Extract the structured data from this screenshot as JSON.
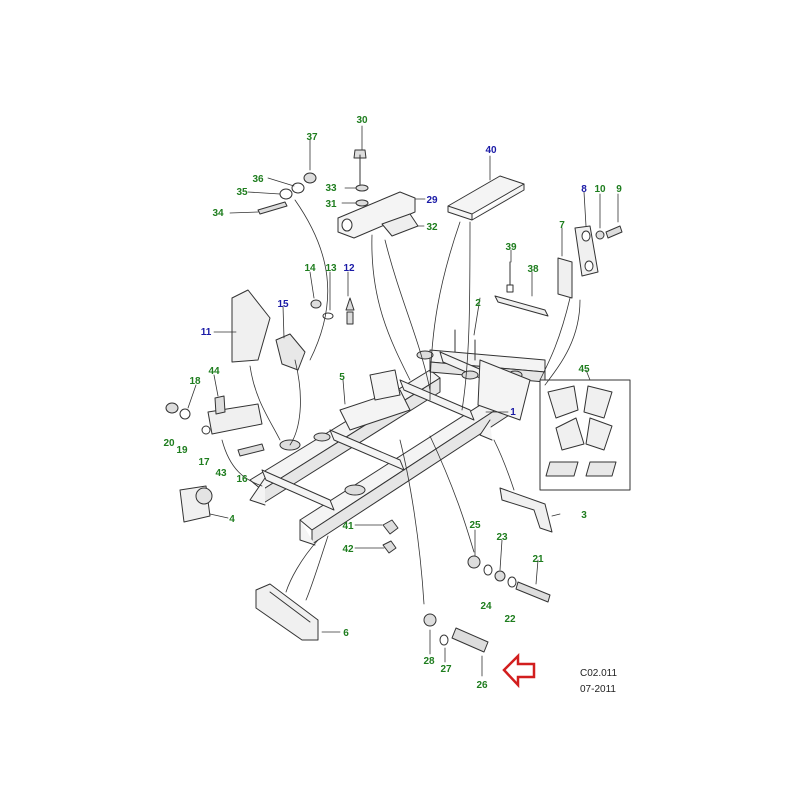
{
  "diagram": {
    "label_colors": {
      "green": "#1e7d1e",
      "blue": "#1a1aa6"
    },
    "callouts": [
      {
        "id": "30",
        "text": "30",
        "color": "green"
      },
      {
        "id": "37",
        "text": "37",
        "color": "green"
      },
      {
        "id": "36",
        "text": "36",
        "color": "green"
      },
      {
        "id": "35",
        "text": "35",
        "color": "green"
      },
      {
        "id": "34",
        "text": "34",
        "color": "green"
      },
      {
        "id": "33",
        "text": "33",
        "color": "green"
      },
      {
        "id": "31",
        "text": "31",
        "color": "green"
      },
      {
        "id": "29",
        "text": "29",
        "color": "blue"
      },
      {
        "id": "32",
        "text": "32",
        "color": "green"
      },
      {
        "id": "40",
        "text": "40",
        "color": "blue"
      },
      {
        "id": "8",
        "text": "8",
        "color": "blue"
      },
      {
        "id": "10",
        "text": "10",
        "color": "green"
      },
      {
        "id": "9",
        "text": "9",
        "color": "green"
      },
      {
        "id": "7",
        "text": "7",
        "color": "green"
      },
      {
        "id": "39",
        "text": "39",
        "color": "green"
      },
      {
        "id": "38",
        "text": "38",
        "color": "green"
      },
      {
        "id": "14",
        "text": "14",
        "color": "green"
      },
      {
        "id": "13",
        "text": "13",
        "color": "green"
      },
      {
        "id": "12",
        "text": "12",
        "color": "blue"
      },
      {
        "id": "15",
        "text": "15",
        "color": "blue"
      },
      {
        "id": "11",
        "text": "11",
        "color": "blue"
      },
      {
        "id": "2",
        "text": "2",
        "color": "green"
      },
      {
        "id": "45",
        "text": "45",
        "color": "green"
      },
      {
        "id": "44",
        "text": "44",
        "color": "green"
      },
      {
        "id": "18",
        "text": "18",
        "color": "green"
      },
      {
        "id": "5",
        "text": "5",
        "color": "green"
      },
      {
        "id": "1",
        "text": "1",
        "color": "blue"
      },
      {
        "id": "20",
        "text": "20",
        "color": "green"
      },
      {
        "id": "19",
        "text": "19",
        "color": "green"
      },
      {
        "id": "17",
        "text": "17",
        "color": "green"
      },
      {
        "id": "43",
        "text": "43",
        "color": "green"
      },
      {
        "id": "16",
        "text": "16",
        "color": "green"
      },
      {
        "id": "3",
        "text": "3",
        "color": "green"
      },
      {
        "id": "4",
        "text": "4",
        "color": "green"
      },
      {
        "id": "41",
        "text": "41",
        "color": "green"
      },
      {
        "id": "42",
        "text": "42",
        "color": "green"
      },
      {
        "id": "25",
        "text": "25",
        "color": "green"
      },
      {
        "id": "23",
        "text": "23",
        "color": "green"
      },
      {
        "id": "21",
        "text": "21",
        "color": "green"
      },
      {
        "id": "24",
        "text": "24",
        "color": "green"
      },
      {
        "id": "22",
        "text": "22",
        "color": "green"
      },
      {
        "id": "6",
        "text": "6",
        "color": "green"
      },
      {
        "id": "28",
        "text": "28",
        "color": "green"
      },
      {
        "id": "27",
        "text": "27",
        "color": "green"
      },
      {
        "id": "26",
        "text": "26",
        "color": "green"
      }
    ],
    "arrow_color": "#d21e1e",
    "arrow_icon": "outline-left-arrow",
    "reference_code": "C02.011",
    "reference_date": "07-2011"
  }
}
